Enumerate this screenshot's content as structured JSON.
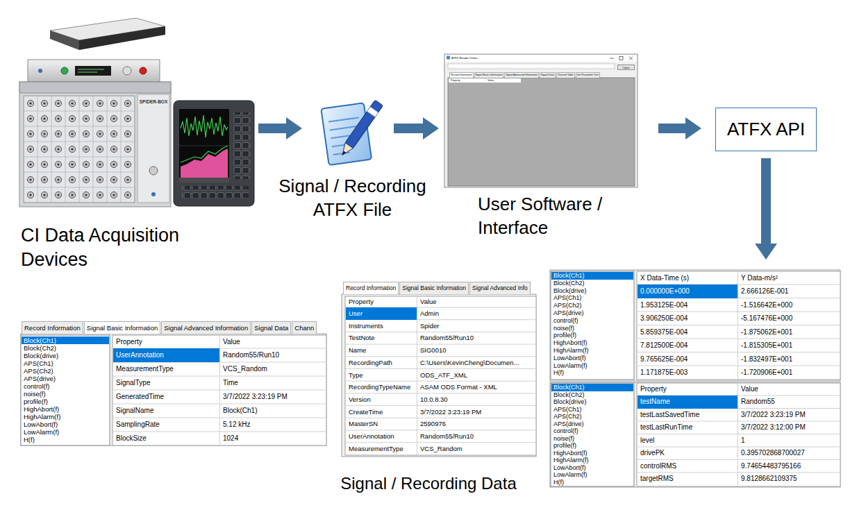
{
  "diagram": {
    "nodes": [
      {
        "text": [
          "CI Data Acquisition Devices"
        ]
      },
      {
        "text": [
          "Signal / Recording ATFX File"
        ]
      },
      {
        "text": [
          "User Software / Interface"
        ]
      },
      {
        "text": [
          "ATFX API"
        ]
      },
      {
        "text": [
          "Signal / Recording Data"
        ]
      }
    ],
    "edges": [
      {
        "from": 0,
        "to": 1,
        "arrow": "to"
      },
      {
        "from": 1,
        "to": 2,
        "arrow": "to"
      },
      {
        "from": 2,
        "to": 3,
        "arrow": "to"
      },
      {
        "from": 3,
        "to": 4,
        "arrow": "to"
      }
    ],
    "labels": [
      "SPIDER-BOX",
      "ATFX Reader Demo",
      "Open",
      "Record Information",
      "Signal Basic Information",
      "Signal Advanced Information",
      "Signal Data",
      "Channel Table",
      "Get Parameter Test",
      "Property",
      "Value",
      "Record Information",
      "Signal Basic Information",
      "Signal Advanced Information",
      "Signal Data",
      "Chann",
      "Block(Ch1)",
      "Block(Ch2)",
      "Block(drive)",
      "APS(Ch1)",
      "APS(Ch2)",
      "APS(drive)",
      "control(f)",
      "noise(f)",
      "profile(f)",
      "HighAbort(f)",
      "HighAlarm(f)",
      "LowAbort(f)",
      "LowAlarm(f)",
      "H(f)",
      "Property",
      "Value",
      "UserAnnotation",
      "Random55/Run10",
      "MeasurementType",
      "VCS_Random",
      "SignalType",
      "Time",
      "GeneratedTime",
      "3/7/2022 3:23:19 PM",
      "SignalName",
      "Block(Ch1)",
      "SamplingRate",
      "5.12 kHz",
      "BlockSize",
      "1024",
      "Record Information",
      "Signal Basic Information",
      "Signal Advanced Info",
      "Property",
      "Value",
      "User",
      "Admin",
      "Instruments",
      "Spider",
      "TestNote",
      "Random55/Run10",
      "Name",
      "SIG0010",
      "RecordingPath",
      "C:\\Users\\KevinCheng\\Documen...",
      "Type",
      "ODS_ATF_XML",
      "RecordingTypeName",
      "ASAM ODS Format - XML",
      "Version",
      "10.0.8.30",
      "CreateTime",
      "3/7/2022 3:23:19 PM",
      "MasterSN",
      "2590976",
      "UserAnnotation",
      "Random55/Run10",
      "MeasurementType",
      "VCS_Random",
      "Block(Ch1)",
      "Block(Ch2)",
      "Block(drive)",
      "APS(Ch1)",
      "APS(Ch2)",
      "APS(drive)",
      "control(f)",
      "noise(f)",
      "profile(f)",
      "HighAbort(f)",
      "HighAlarm(f)",
      "LowAbort(f)",
      "LowAlarm(f)",
      "H(f)",
      "X Data-Time (s)",
      "Y Data-m/s²",
      "0.000000E+000",
      "2.666126E-001",
      "1.953125E-004",
      "-1.516642E+000",
      "3.906250E-004",
      "-5.167476E+000",
      "5.859375E-004",
      "-1.875062E+001",
      "7.812500E-004",
      "-1.815305E+001",
      "9.765625E-004",
      "-1.832497E+001",
      "1.171875E-003",
      "-1.720906E+001",
      "Block(Ch1)",
      "Block(Ch2)",
      "Block(drive)",
      "APS(Ch1)",
      "APS(Ch2)",
      "APS(drive)",
      "control(f)",
      "noise(f)",
      "profile(f)",
      "HighAbort(f)",
      "HighAlarm(f)",
      "LowAbort(f)",
      "LowAlarm(f)",
      "H(f)",
      "Property",
      "Value",
      "testName",
      "Random55",
      "testLastSavedTime",
      "3/7/2022 3:23:19 PM",
      "testLastRunTime",
      "3/7/2022 3:12:00 PM",
      "level",
      "1",
      "drivePK",
      "0.395702868700027",
      "controlRMS",
      "9.74654483795166",
      "targetRMS",
      "9.8128662109375"
    ]
  }
}
